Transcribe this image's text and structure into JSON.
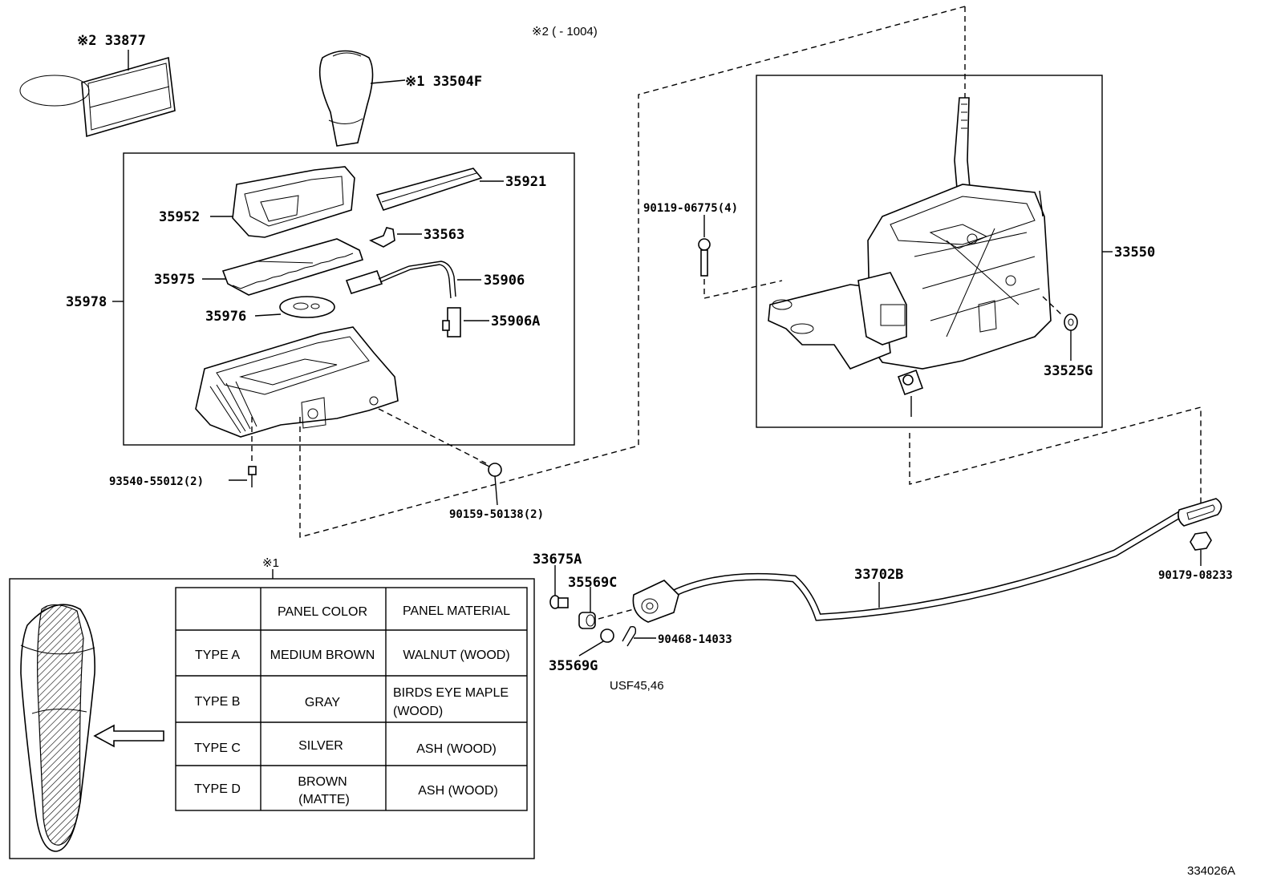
{
  "diagram": {
    "figure_code": "334026A",
    "notes": {
      "note2_header": "※2 (      - 1004)",
      "note1_marker": "※1"
    },
    "callouts": {
      "c33877": "※2 33877",
      "c33504F": "※1 33504F",
      "c35921": "35921",
      "c35952": "35952",
      "c33563": "33563",
      "c35975": "35975",
      "c35906": "35906",
      "c35978": "35978",
      "c35976": "35976",
      "c35906A": "35906A",
      "c93540": "93540-55012(2)",
      "c90159": "90159-50138(2)",
      "c90119": "90119-06775(4)",
      "c33550": "33550",
      "c33525G": "33525G",
      "c33675A": "33675A",
      "c35569C": "35569C",
      "c33702B": "33702B",
      "c90179": "90179-08233",
      "c90468": "90468-14033",
      "c35569G": "35569G",
      "usf": "USF45,46"
    },
    "panel_table": {
      "headers": [
        "",
        "PANEL COLOR",
        "PANEL MATERIAL"
      ],
      "rows": [
        {
          "type": "TYPE A",
          "color": [
            "MEDIUM BROWN"
          ],
          "material": [
            "WALNUT (WOOD)"
          ]
        },
        {
          "type": "TYPE B",
          "color": [
            "GRAY"
          ],
          "material": [
            "BIRDS EYE MAPLE",
            "(WOOD)"
          ]
        },
        {
          "type": "TYPE C",
          "color": [
            "SILVER"
          ],
          "material": [
            "ASH (WOOD)"
          ]
        },
        {
          "type": "TYPE D",
          "color": [
            "BROWN",
            "(MATTE)"
          ],
          "material": [
            "ASH (WOOD)"
          ]
        }
      ]
    }
  }
}
